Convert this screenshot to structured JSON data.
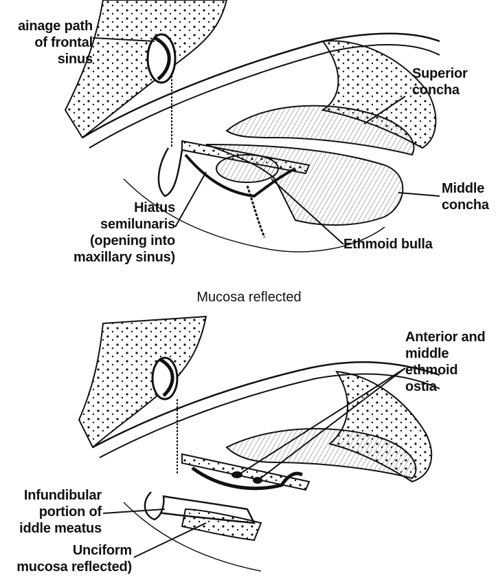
{
  "top_panel": {
    "labels": {
      "frontal_drainage": [
        "ainage path",
        "of frontal",
        "sinus"
      ],
      "superior_concha": [
        "Superior",
        "concha"
      ],
      "middle_concha": [
        "Middle",
        "concha"
      ],
      "hiatus": [
        "Hiatus",
        "semilunaris",
        "(opening into",
        "maxillary sinus)"
      ],
      "ethmoid_bulla": "Ethmoid bulla"
    }
  },
  "caption": "Mucosa reflected",
  "bottom_panel": {
    "labels": {
      "ethmoid_ostia": [
        "Anterior and",
        "middle",
        "ethmoid",
        "ostia"
      ],
      "infundibular": [
        "Infundibular",
        "portion of",
        "iddle meatus"
      ],
      "unciform": [
        "Unciform",
        "mucosa reflected)"
      ]
    }
  },
  "colors": {
    "ink": "#111111",
    "paper": "#ffffff"
  }
}
